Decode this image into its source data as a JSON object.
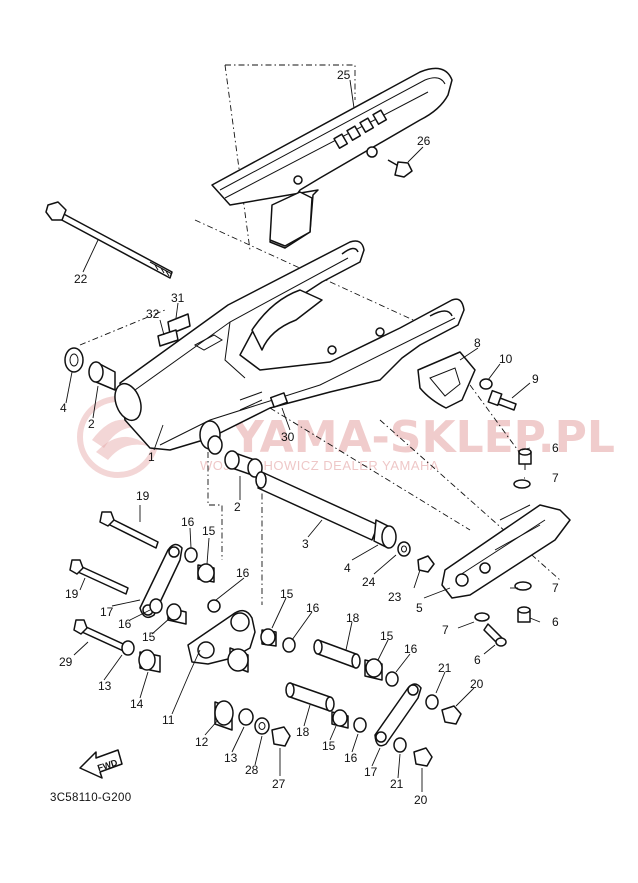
{
  "diagram": {
    "code": "3C58110-G200",
    "fwd_label": "FWD",
    "watermark": {
      "brand": "YAMA-SKLEP.PL",
      "dealer": "WOJCIECHOWICZ DEALER YAMAHA"
    },
    "callouts": [
      {
        "id": "c25",
        "text": "25"
      },
      {
        "id": "c26",
        "text": "26"
      },
      {
        "id": "c22",
        "text": "22"
      },
      {
        "id": "c31",
        "text": "31"
      },
      {
        "id": "c32",
        "text": "32"
      },
      {
        "id": "c4a",
        "text": "4"
      },
      {
        "id": "c2a",
        "text": "2"
      },
      {
        "id": "c1",
        "text": "1"
      },
      {
        "id": "c30",
        "text": "30"
      },
      {
        "id": "c8",
        "text": "8"
      },
      {
        "id": "c10",
        "text": "10"
      },
      {
        "id": "c9",
        "text": "9"
      },
      {
        "id": "c6a",
        "text": "6"
      },
      {
        "id": "c7a",
        "text": "7"
      },
      {
        "id": "c2b",
        "text": "2"
      },
      {
        "id": "c19a",
        "text": "19"
      },
      {
        "id": "c16a",
        "text": "16"
      },
      {
        "id": "c15a",
        "text": "15"
      },
      {
        "id": "c3",
        "text": "3"
      },
      {
        "id": "c4b",
        "text": "4"
      },
      {
        "id": "c24",
        "text": "24"
      },
      {
        "id": "c23",
        "text": "23"
      },
      {
        "id": "c5",
        "text": "5"
      },
      {
        "id": "c7b",
        "text": "7"
      },
      {
        "id": "c7c",
        "text": "7"
      },
      {
        "id": "c6b",
        "text": "6"
      },
      {
        "id": "c6c",
        "text": "6"
      },
      {
        "id": "c19b",
        "text": "19"
      },
      {
        "id": "c16b",
        "text": "16"
      },
      {
        "id": "c17a",
        "text": "17"
      },
      {
        "id": "c16c",
        "text": "16"
      },
      {
        "id": "c15b",
        "text": "15"
      },
      {
        "id": "c15c",
        "text": "15"
      },
      {
        "id": "c16d",
        "text": "16"
      },
      {
        "id": "c18a",
        "text": "18"
      },
      {
        "id": "c29",
        "text": "29"
      },
      {
        "id": "c13a",
        "text": "13"
      },
      {
        "id": "c14",
        "text": "14"
      },
      {
        "id": "c11",
        "text": "11"
      },
      {
        "id": "c15d",
        "text": "15"
      },
      {
        "id": "c16e",
        "text": "16"
      },
      {
        "id": "c21a",
        "text": "21"
      },
      {
        "id": "c20a",
        "text": "20"
      },
      {
        "id": "c12",
        "text": "12"
      },
      {
        "id": "c13b",
        "text": "13"
      },
      {
        "id": "c28",
        "text": "28"
      },
      {
        "id": "c27",
        "text": "27"
      },
      {
        "id": "c18b",
        "text": "18"
      },
      {
        "id": "c15e",
        "text": "15"
      },
      {
        "id": "c16f",
        "text": "16"
      },
      {
        "id": "c17b",
        "text": "17"
      },
      {
        "id": "c21b",
        "text": "21"
      },
      {
        "id": "c20b",
        "text": "20"
      }
    ]
  }
}
